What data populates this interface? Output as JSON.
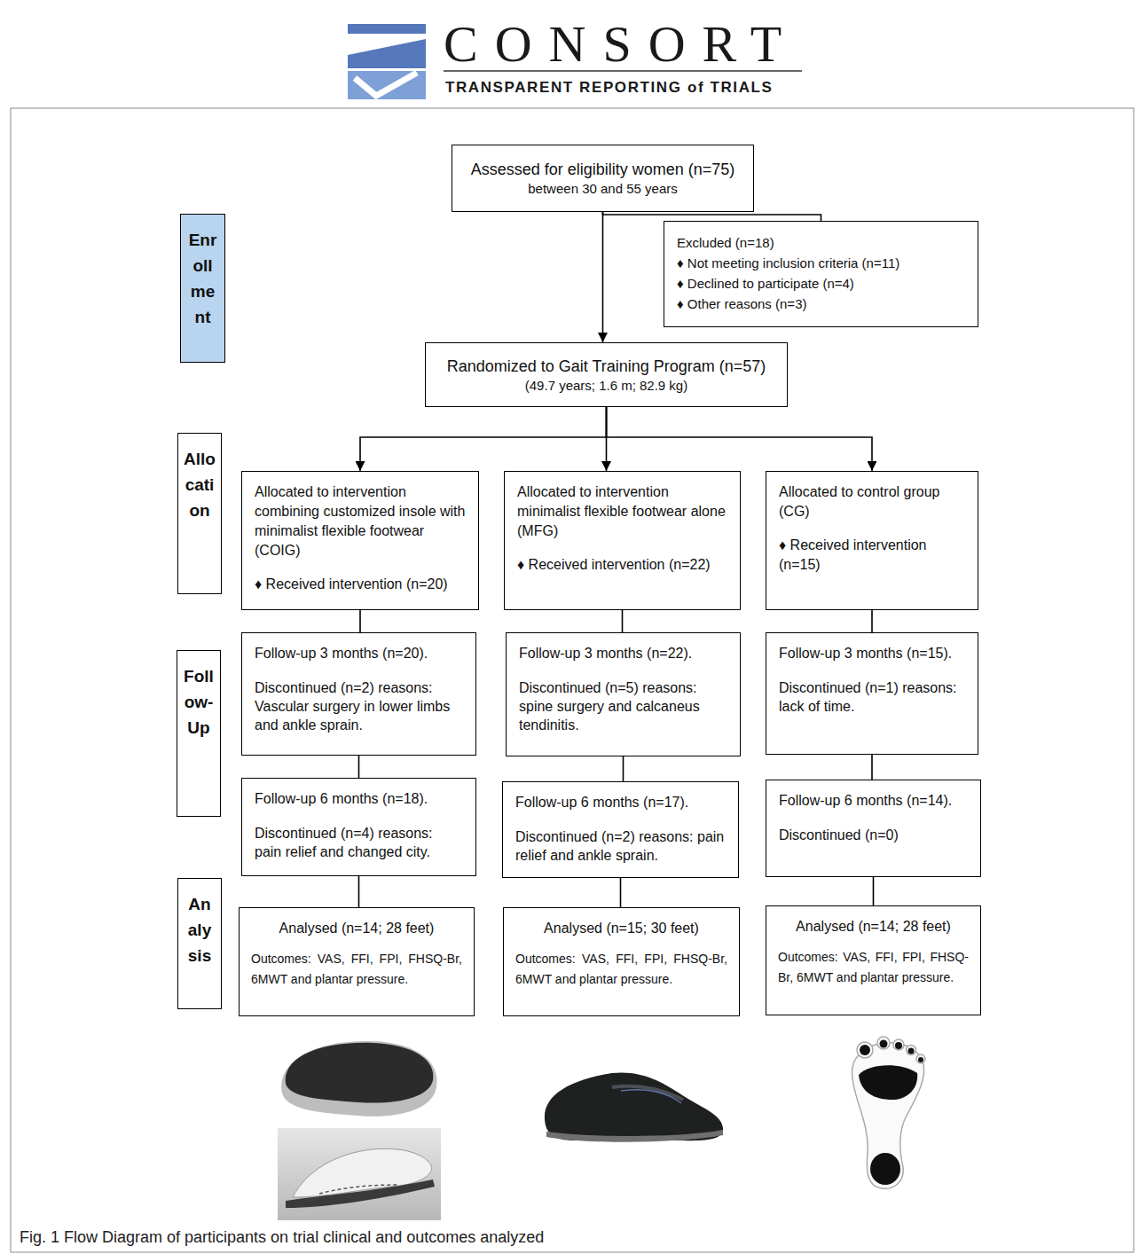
{
  "diagram": {
    "caption": "Fig. 1 Flow Diagram of participants on trial clinical and outcomes analyzed",
    "nodes": [
      {
        "text": [
          "Enr oll me nt"
        ]
      },
      {
        "text": [
          "Assessed for eligibility women (n=75)",
          "between 30 and 55 years"
        ]
      },
      {
        "text": [
          "Excluded (n=18)",
          "♦ Not meeting inclusion criteria (n=11)",
          "♦ Declined to participate (n=4)",
          "♦ Other reasons (n=3)"
        ]
      },
      {
        "text": [
          "Randomized to Gait Training Program (n=57)",
          "(49.7 years; 1.6 m; 82.9 kg)"
        ]
      },
      {
        "text": [
          "Allo cati on"
        ]
      },
      {
        "text": [
          "Allocated to intervention combining customized insole with minimalist flexible footwear (COIG)",
          "♦ Received intervention (n=20)"
        ]
      },
      {
        "text": [
          "Allocated to intervention minimalist flexible footwear alone (MFG)",
          "♦ Received intervention (n=22)"
        ]
      },
      {
        "text": [
          "Allocated to control group (CG)",
          "♦ Received intervention (n=15)"
        ]
      },
      {
        "text": [
          "Foll ow- Up"
        ]
      },
      {
        "text": [
          "Follow-up 3 months (n=20).",
          "Discontinued (n=2) reasons: Vascular surgery in lower limbs and ankle sprain."
        ]
      },
      {
        "text": [
          "Follow-up 3 months (n=22).",
          "Discontinued (n=5) reasons: spine surgery and calcaneus tendinitis."
        ]
      },
      {
        "text": [
          "Follow-up 3 months (n=15).",
          "Discontinued (n=1) reasons: lack of time."
        ]
      },
      {
        "text": [
          "Follow-up 6 months (n=18).",
          "Discontinued (n=4) reasons: pain relief and changed city."
        ]
      },
      {
        "text": [
          "Follow-up 6 months (n=17).",
          "Discontinued (n=2) reasons: pain relief and ankle sprain."
        ]
      },
      {
        "text": [
          "Follow-up 6 months (n=14).",
          "Discontinued (n=0)"
        ]
      },
      {
        "text": [
          "An aly sis"
        ]
      },
      {
        "text": [
          "Analysed (n=14; 28 feet)",
          "Outcomes: VAS, FFI, FPI, FHSQ-Br, 6MWT and plantar pressure."
        ]
      },
      {
        "text": [
          "Analysed (n=15; 30 feet)",
          "Outcomes: VAS, FFI, FPI, FHSQ-Br, 6MWT and plantar pressure."
        ]
      },
      {
        "text": [
          "Analysed (n=14; 28 feet)",
          "Outcomes: VAS, FFI, FPI, FHSQ-Br, 6MWT and plantar pressure."
        ]
      }
    ],
    "edges": [
      {
        "from": 1,
        "to": 3,
        "arrow": "to"
      },
      {
        "from": 1,
        "to": 2,
        "arrow": "none"
      },
      {
        "from": 3,
        "to": 5,
        "arrow": "to"
      },
      {
        "from": 3,
        "to": 6,
        "arrow": "to"
      },
      {
        "from": 3,
        "to": 7,
        "arrow": "to"
      },
      {
        "from": 5,
        "to": 9,
        "arrow": "none"
      },
      {
        "from": 9,
        "to": 12,
        "arrow": "none"
      },
      {
        "from": 12,
        "to": 16,
        "arrow": "none"
      },
      {
        "from": 6,
        "to": 10,
        "arrow": "none"
      },
      {
        "from": 10,
        "to": 13,
        "arrow": "none"
      },
      {
        "from": 13,
        "to": 17,
        "arrow": "none"
      },
      {
        "from": 7,
        "to": 11,
        "arrow": "none"
      },
      {
        "from": 11,
        "to": 14,
        "arrow": "none"
      },
      {
        "from": 14,
        "to": 18,
        "arrow": "none"
      }
    ],
    "labels": [
      "CONSORT",
      "TRANSPARENT REPORTING of TRIALS"
    ]
  }
}
